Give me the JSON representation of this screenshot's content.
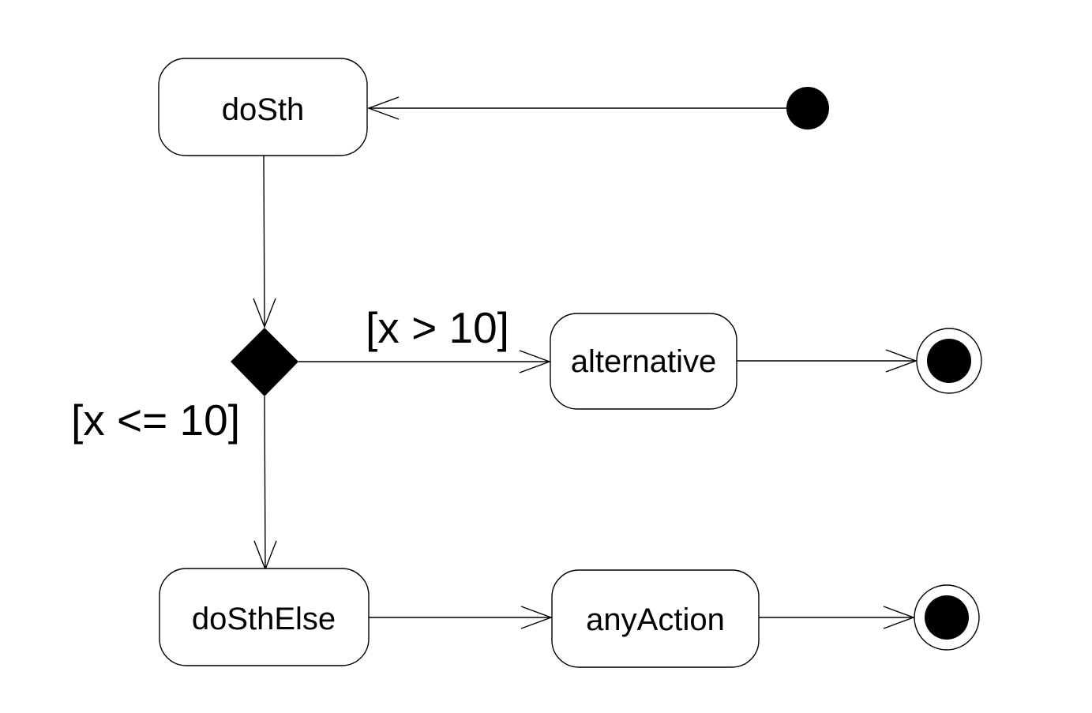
{
  "diagram": {
    "kind": "uml-activity-diagram",
    "background_color": "#ffffff",
    "line_color": "#000000",
    "text_color": "#000000",
    "nodes": {
      "initial_node": {
        "type": "initial",
        "shape": "filled-circle"
      },
      "do_sth": {
        "type": "action",
        "label": "doSth"
      },
      "decision": {
        "type": "decision",
        "shape": "filled-diamond"
      },
      "alternative": {
        "type": "action",
        "label": "alternative"
      },
      "do_sth_else": {
        "type": "action",
        "label": "doSthElse"
      },
      "any_action": {
        "type": "action",
        "label": "anyAction"
      },
      "final_node_top": {
        "type": "final",
        "shape": "bullseye"
      },
      "final_node_bottom": {
        "type": "final",
        "shape": "bullseye"
      }
    },
    "edges": [
      {
        "from": "initial_node",
        "to": "do_sth",
        "guard": ""
      },
      {
        "from": "do_sth",
        "to": "decision",
        "guard": ""
      },
      {
        "from": "decision",
        "to": "alternative",
        "guard": "[x > 10]"
      },
      {
        "from": "decision",
        "to": "do_sth_else",
        "guard": "[x <= 10]"
      },
      {
        "from": "alternative",
        "to": "final_node_top",
        "guard": ""
      },
      {
        "from": "do_sth_else",
        "to": "any_action",
        "guard": ""
      },
      {
        "from": "any_action",
        "to": "final_node_bottom",
        "guard": ""
      }
    ]
  }
}
